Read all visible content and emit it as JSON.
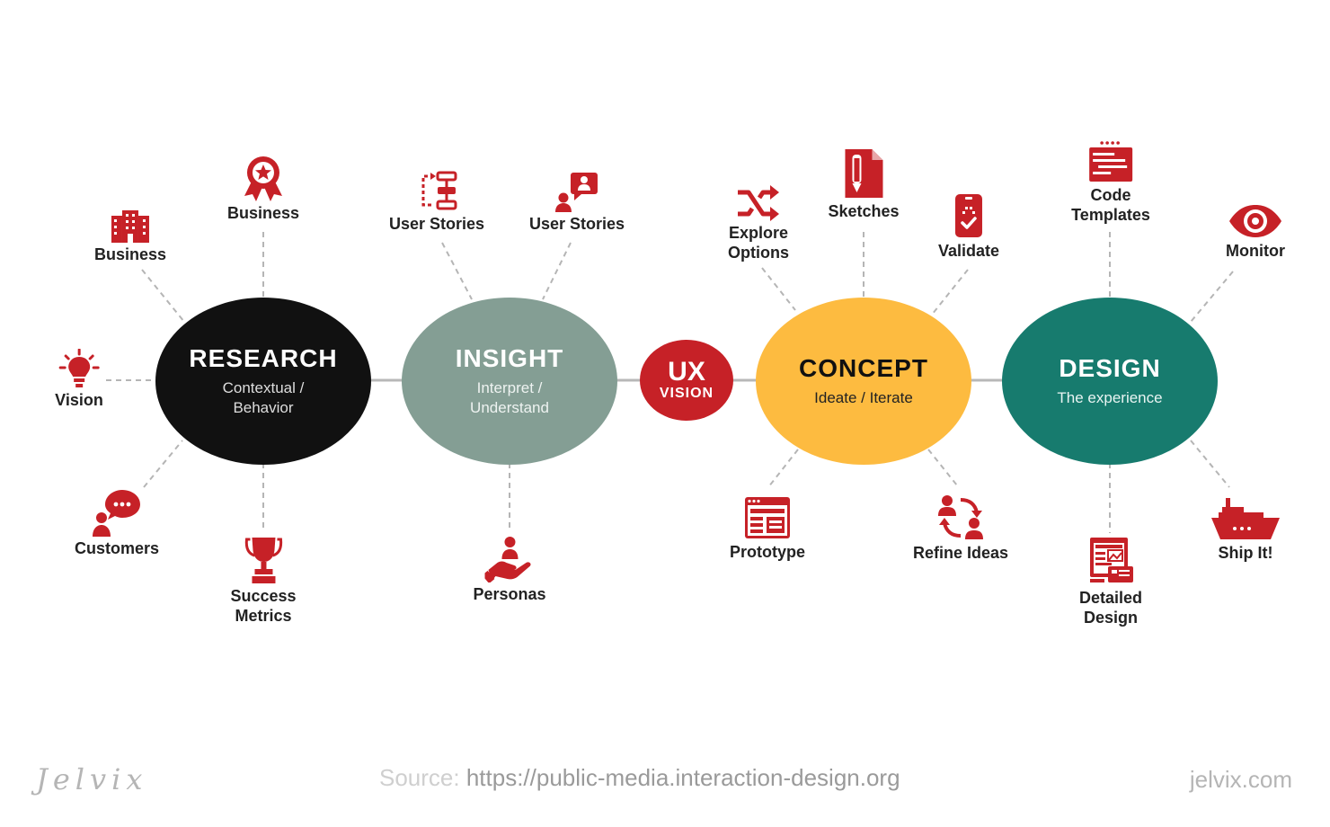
{
  "accent_color": "#c62127",
  "stages": [
    {
      "id": "research",
      "title": "RESEARCH",
      "subtitle": "Contextual /\nBehavior",
      "fill": "#111111",
      "title_color": "#ffffff",
      "sub_color": "#dddddd"
    },
    {
      "id": "insight",
      "title": "INSIGHT",
      "subtitle": "Interpret /\nUnderstand",
      "fill": "#849e94",
      "title_color": "#ffffff",
      "sub_color": "#eef3f1"
    },
    {
      "id": "concept",
      "title": "CONCEPT",
      "subtitle": "Ideate / Iterate",
      "fill": "#fdbb40",
      "title_color": "#111111",
      "sub_color": "#222222"
    },
    {
      "id": "design",
      "title": "DESIGN",
      "subtitle": "The experience",
      "fill": "#177b6e",
      "title_color": "#ffffff",
      "sub_color": "#e8f4f2"
    }
  ],
  "center_badge": {
    "title": "UX",
    "subtitle": "VISION"
  },
  "nodes": [
    {
      "id": "research-business-1",
      "label": "Business",
      "icon": "building-icon"
    },
    {
      "id": "research-business-2",
      "label": "Business",
      "icon": "award-ribbon-icon"
    },
    {
      "id": "research-vision",
      "label": "Vision",
      "icon": "lightbulb-icon"
    },
    {
      "id": "research-customers",
      "label": "Customers",
      "icon": "customer-chat-icon"
    },
    {
      "id": "research-success-metrics",
      "label": "Success\nMetrics",
      "icon": "trophy-icon"
    },
    {
      "id": "insight-user-stories-1",
      "label": "User Stories",
      "icon": "flowchart-icon"
    },
    {
      "id": "insight-user-stories-2",
      "label": "User Stories",
      "icon": "user-message-icon"
    },
    {
      "id": "insight-personas",
      "label": "Personas",
      "icon": "hand-person-icon"
    },
    {
      "id": "concept-explore-options",
      "label": "Explore\nOptions",
      "icon": "shuffle-icon"
    },
    {
      "id": "concept-sketches",
      "label": "Sketches",
      "icon": "pencil-document-icon"
    },
    {
      "id": "concept-validate",
      "label": "Validate",
      "icon": "phone-check-icon"
    },
    {
      "id": "concept-prototype",
      "label": "Prototype",
      "icon": "browser-layout-icon"
    },
    {
      "id": "concept-refine-ideas",
      "label": "Refine Ideas",
      "icon": "people-exchange-icon"
    },
    {
      "id": "design-code-templates",
      "label": "Code\nTemplates",
      "icon": "code-template-icon"
    },
    {
      "id": "design-monitor",
      "label": "Monitor",
      "icon": "eye-icon"
    },
    {
      "id": "design-detailed-design",
      "label": "Detailed\nDesign",
      "icon": "design-mockup-icon"
    },
    {
      "id": "design-ship-it",
      "label": "Ship It!",
      "icon": "ship-icon"
    }
  ],
  "footer": {
    "logo": "Jelvix",
    "source_label": "Source:",
    "source_url": "https://public-media.interaction-design.org",
    "site": "jelvix.com"
  }
}
